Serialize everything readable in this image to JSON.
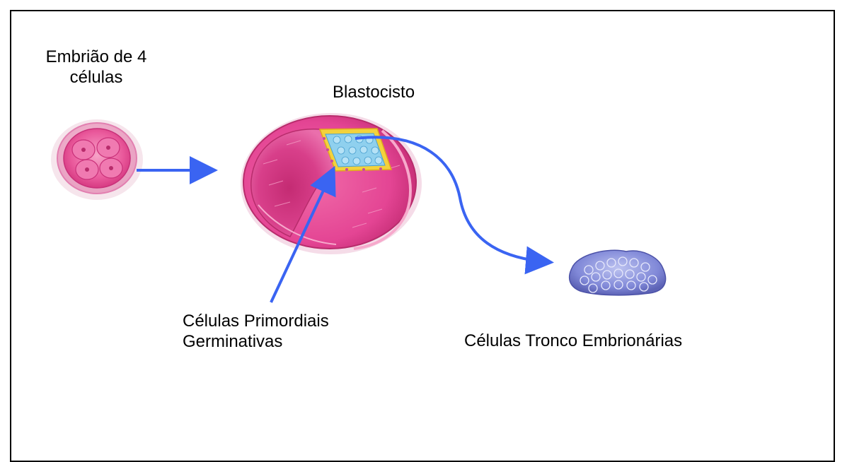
{
  "labels": {
    "embryo_line1": "Embrião de 4",
    "embryo_line2": "células",
    "blastocyst": "Blastocisto",
    "pgc_line1": "Células Primordiais",
    "pgc_line2": "Germinativas",
    "esc": "Células Tronco Embrionárias"
  },
  "colors": {
    "arrow": "#3a64f2",
    "embryo_pink": "#e8418f",
    "blastocyst_pink": "#e64b9a",
    "stem_cells_blue": "#7f86d6",
    "inner_cells_blue": "#8fd0ee",
    "trophoblast_yellow": "#f3d23c"
  }
}
